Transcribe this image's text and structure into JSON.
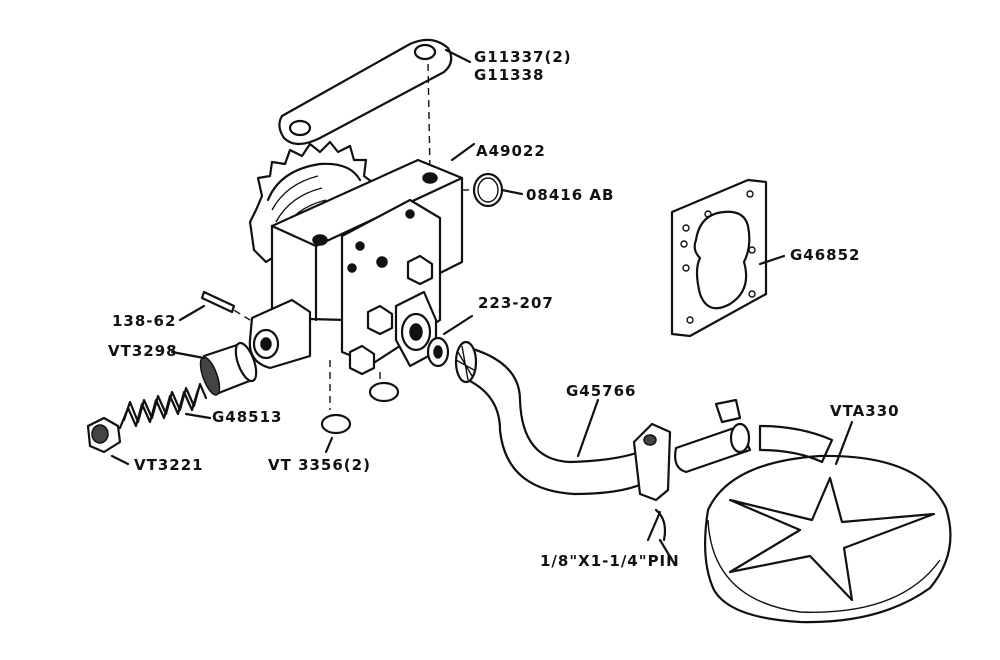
{
  "labels": {
    "gasket_top_a": "G11337(2)",
    "gasket_top_b": "G11338",
    "pump_body": "A49022",
    "o_ring": "08416 AB",
    "flange_gasket": "G46852",
    "roll_pin": "138-62",
    "relief_plunger": "VT3298",
    "relief_spring": "G48513",
    "relief_cap": "VT3221",
    "expansion_plug": "VT 3356(2)",
    "lock_washer": "223-207",
    "inlet_tube": "G45766",
    "screen_assembly": "VTA330",
    "cotter_pin": "1/8\"X1-1/4\"PIN"
  },
  "colors": {
    "ink": "#111111",
    "paper": "#ffffff"
  }
}
